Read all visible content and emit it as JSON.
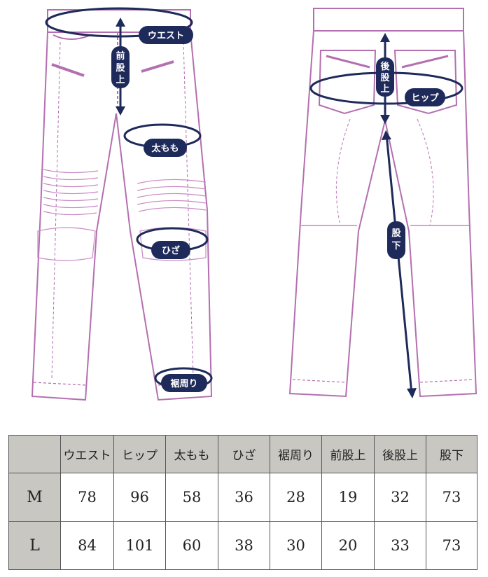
{
  "labels": {
    "waist": "ウエスト",
    "front_rise": "前股上",
    "thigh": "太もも",
    "knee": "ひざ",
    "hem": "裾周り",
    "back_rise": "後股上",
    "hip": "ヒップ",
    "inseam": "股下"
  },
  "table": {
    "headers": [
      "ウエスト",
      "ヒップ",
      "太もも",
      "ひざ",
      "裾周り",
      "前股上",
      "後股上",
      "股下"
    ],
    "rows": [
      {
        "size": "M",
        "values": [
          "78",
          "96",
          "58",
          "36",
          "28",
          "19",
          "32",
          "73"
        ]
      },
      {
        "size": "L",
        "values": [
          "84",
          "101",
          "60",
          "38",
          "30",
          "20",
          "33",
          "73"
        ]
      }
    ]
  },
  "colors": {
    "outline": "#b46fb0",
    "stitch": "#c98bc4",
    "marker": "#1e2a5a",
    "table_header_bg": "#c9c7c2",
    "table_border": "#555555"
  }
}
